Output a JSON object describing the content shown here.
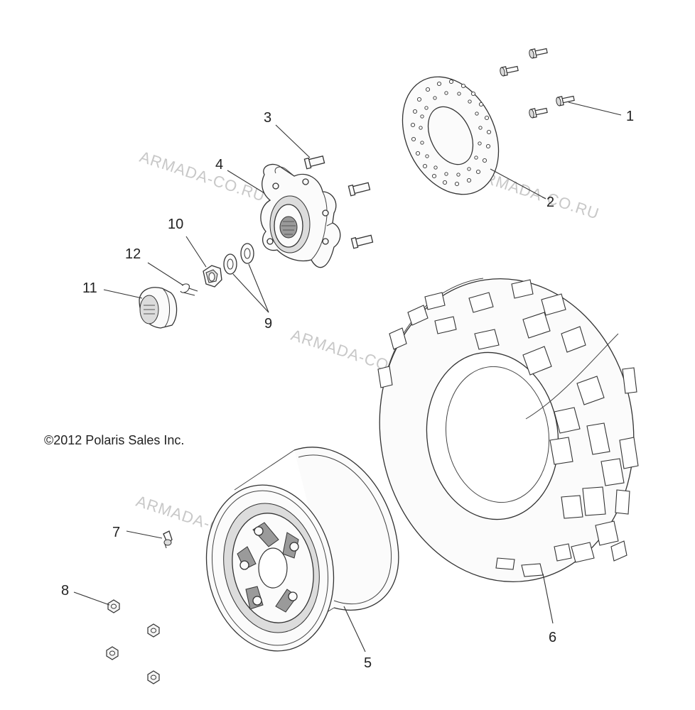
{
  "watermark": "ARMADA-CO.RU",
  "copyright": "©2012 Polaris Sales Inc.",
  "callouts": [
    "1",
    "2",
    "3",
    "4",
    "5",
    "6",
    "7",
    "8",
    "9",
    "10",
    "11",
    "12"
  ]
}
